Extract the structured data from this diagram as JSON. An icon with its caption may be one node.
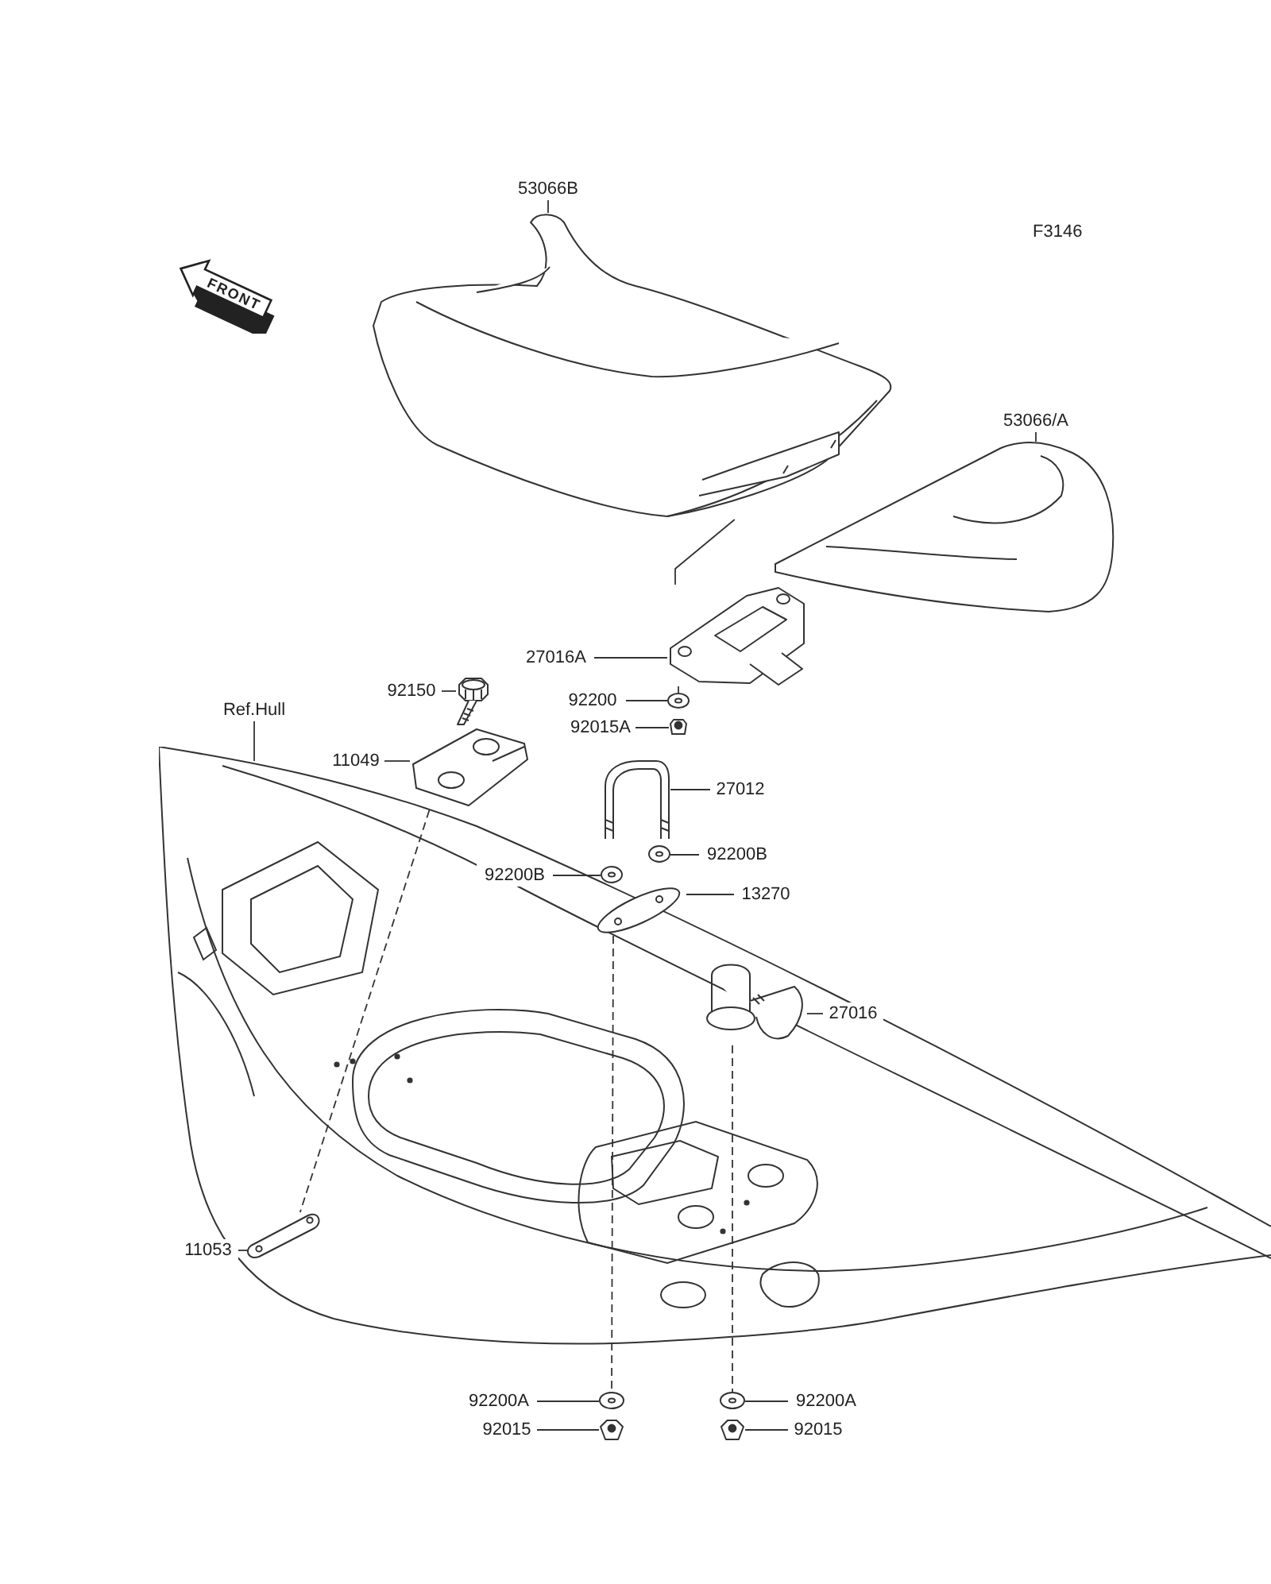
{
  "diagram": {
    "nodes": [
      {
        "text": [
          "53066B"
        ]
      },
      {
        "text": [],
        "shape": "picture"
      },
      {
        "text": [
          "53066/A"
        ]
      },
      {
        "text": [],
        "shape": "picture"
      },
      {
        "text": [
          "27016A"
        ]
      },
      {
        "text": [],
        "shape": "picture"
      },
      {
        "text": [
          "92200"
        ]
      },
      {
        "text": [],
        "shape": "picture"
      },
      {
        "text": [
          "92015A"
        ]
      },
      {
        "text": [],
        "shape": "picture"
      },
      {
        "text": [
          "92150"
        ]
      },
      {
        "text": [],
        "shape": "picture"
      },
      {
        "text": [
          "11049"
        ]
      },
      {
        "text": [],
        "shape": "picture"
      },
      {
        "text": [
          "Ref.Hull"
        ]
      },
      {
        "text": [
          "27012"
        ]
      },
      {
        "text": [],
        "shape": "picture"
      },
      {
        "text": [
          "92200B"
        ]
      },
      {
        "text": [],
        "shape": "picture"
      },
      {
        "text": [
          "92200B"
        ]
      },
      {
        "text": [],
        "shape": "picture"
      },
      {
        "text": [
          "13270"
        ]
      },
      {
        "text": [],
        "shape": "picture"
      },
      {
        "text": [
          "27016"
        ]
      },
      {
        "text": [],
        "shape": "picture"
      },
      {
        "text": [
          "11053"
        ]
      },
      {
        "text": [],
        "shape": "picture"
      },
      {
        "text": [
          "92200A"
        ]
      },
      {
        "text": [],
        "shape": "picture"
      },
      {
        "text": [
          "92015"
        ]
      },
      {
        "text": [],
        "shape": "picture"
      },
      {
        "text": [
          "92200A"
        ]
      },
      {
        "text": [],
        "shape": "picture"
      },
      {
        "text": [
          "92015"
        ]
      },
      {
        "text": [],
        "shape": "picture"
      }
    ],
    "edges": [
      {
        "from": 0,
        "to": 1,
        "arrow": "none"
      },
      {
        "from": 2,
        "to": 3,
        "arrow": "none"
      },
      {
        "from": 4,
        "to": 5,
        "arrow": "none"
      },
      {
        "from": 6,
        "to": 7,
        "arrow": "none"
      },
      {
        "from": 8,
        "to": 9,
        "arrow": "none"
      },
      {
        "from": 10,
        "to": 11,
        "arrow": "none"
      },
      {
        "from": 12,
        "to": 13,
        "arrow": "none"
      },
      {
        "from": 14,
        "to": null,
        "arrow": "none"
      },
      {
        "from": 15,
        "to": 16,
        "arrow": "none"
      },
      {
        "from": 17,
        "to": 18,
        "arrow": "none"
      },
      {
        "from": 19,
        "to": 20,
        "arrow": "none"
      },
      {
        "from": 21,
        "to": 22,
        "arrow": "none"
      },
      {
        "from": 23,
        "to": 24,
        "arrow": "none"
      },
      {
        "from": 25,
        "to": 26,
        "arrow": "none"
      },
      {
        "from": 27,
        "to": 28,
        "arrow": "none"
      },
      {
        "from": 29,
        "to": 30,
        "arrow": "none"
      },
      {
        "from": 31,
        "to": 32,
        "arrow": "none"
      },
      {
        "from": 33,
        "to": 34,
        "arrow": "none"
      },
      {
        "from": 1,
        "to": 5,
        "arrow": "none"
      },
      {
        "from": 5,
        "to": 7,
        "arrow": "none"
      },
      {
        "from": 13,
        "to": 26,
        "arrow": "none",
        "style": "dashed"
      },
      {
        "from": 22,
        "to": 28,
        "arrow": "none",
        "style": "dashed"
      },
      {
        "from": 24,
        "to": 32,
        "arrow": "none",
        "style": "dashed"
      }
    ],
    "labels": [
      "F3146",
      "FRONT"
    ]
  }
}
